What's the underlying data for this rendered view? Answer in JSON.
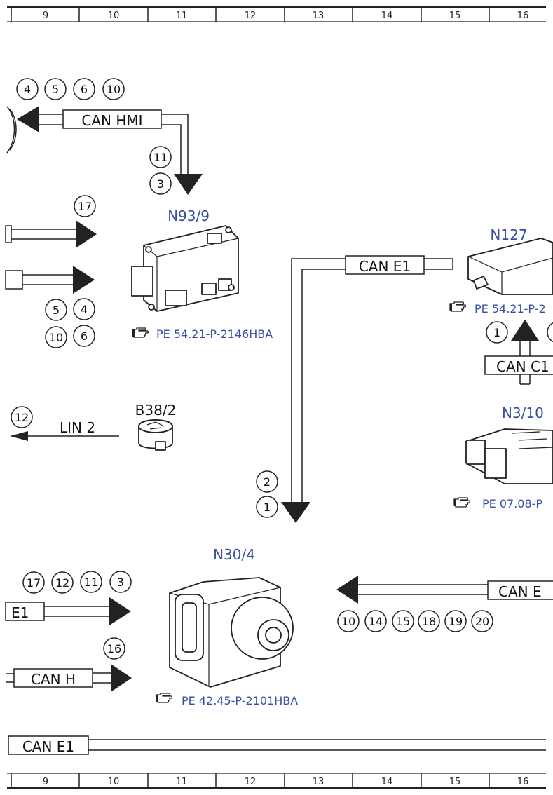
{
  "grid": {
    "columns": [
      "9",
      "10",
      "11",
      "12",
      "13",
      "14",
      "15",
      "16"
    ]
  },
  "components": {
    "n93": {
      "label": "N93/9",
      "ref": "PE 54.21-P-2146HBA"
    },
    "n127": {
      "label": "N127",
      "ref": "PE 54.21-P-2"
    },
    "n3": {
      "label": "N3/10",
      "ref": "PE 07.08-P"
    },
    "b38": {
      "label": "B38/2"
    },
    "n30": {
      "label": "N30/4",
      "ref": "PE 42.45-P-2101HBA"
    }
  },
  "buses": {
    "can_hmi": "CAN HMI",
    "can_e1_mid": "CAN E1",
    "can_c1": "CAN C1",
    "lin2": "LIN 2",
    "e1_left": "E1",
    "can_e_right": "CAN E",
    "can_h": "CAN H",
    "can_e1_bottom": "CAN E1"
  },
  "circled_numbers": {
    "top_row": [
      "4",
      "5",
      "6",
      "10"
    ],
    "hmi_stack": [
      "11",
      "3"
    ],
    "left_17": "17",
    "left_pair_1": [
      "5",
      "4"
    ],
    "left_pair_2": [
      "10",
      "6"
    ],
    "lin_12": "12",
    "mid_stack": [
      "2",
      "1"
    ],
    "n127_one": "1",
    "n30_row": [
      "17",
      "12",
      "11",
      "3"
    ],
    "can_e_row": [
      "10",
      "14",
      "15",
      "18",
      "19",
      "20"
    ],
    "can_h_16": "16"
  },
  "icons": {
    "reference": "pointing-hand-icon",
    "arrow": "arrow-head-icon",
    "circled_marker": "circled-number-icon"
  },
  "colors": {
    "component_label": "#3a4fa0",
    "line": "#222222"
  }
}
